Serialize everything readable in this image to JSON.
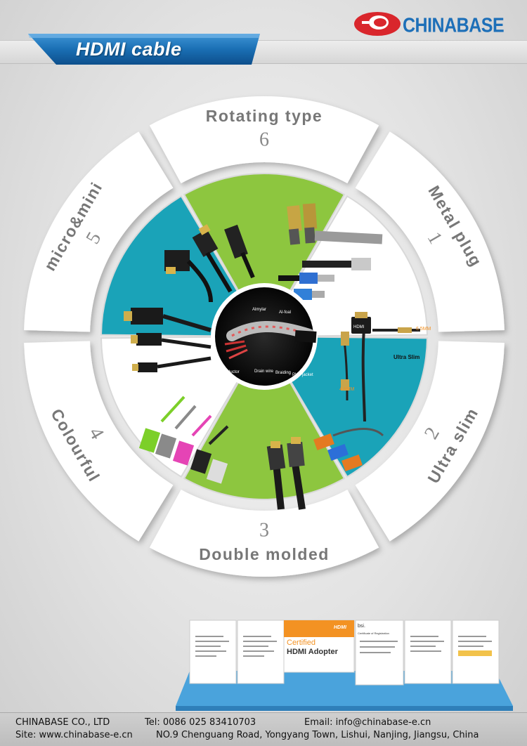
{
  "header": {
    "title": "HDMI cable",
    "brand": "CHINABASE"
  },
  "segments": [
    {
      "number": "1",
      "label": "Metal plug"
    },
    {
      "number": "2",
      "label": "Ultra slim"
    },
    {
      "number": "3",
      "label": "Double molded"
    },
    {
      "number": "4",
      "label": "Colourful"
    },
    {
      "number": "5",
      "label": "micro&mini"
    },
    {
      "number": "6",
      "label": "Rotating type"
    }
  ],
  "center": {
    "labels": [
      "Almylar",
      "Al-foal",
      "Conductor",
      "Drain wire",
      "Braiding",
      "PVC jacket"
    ]
  },
  "ultra_slim": {
    "hdmi_tag": "HDMI",
    "caption": "Ultra Slim",
    "dim_top": "6.5MM",
    "dim_bottom": "4.5MM"
  },
  "certificates": {
    "adopter_title": "Certified",
    "adopter_sub": "HDMI Adopter",
    "adopter_logo": "HDMI",
    "bsi_title": "Certificate of Registration",
    "bsi_logo": "bsi."
  },
  "colors": {
    "green": "#8dc63f",
    "teal": "#1aa3b8",
    "brand_red": "#d9262c",
    "brand_blue": "#1d6fb8",
    "title_blue": "#1a6fb4",
    "orange": "#f39223",
    "base_blue": "#4aa3dc"
  },
  "footer": {
    "company": "CHINABASE CO., LTD",
    "tel": "Tel: 0086 025 83410703",
    "email": "Email: info@chinabase-e.cn",
    "site": "Site: www.chinabase-e.cn",
    "address": "NO.9 Chenguang Road, Yongyang Town, Lishui, Nanjing, Jiangsu, China"
  }
}
